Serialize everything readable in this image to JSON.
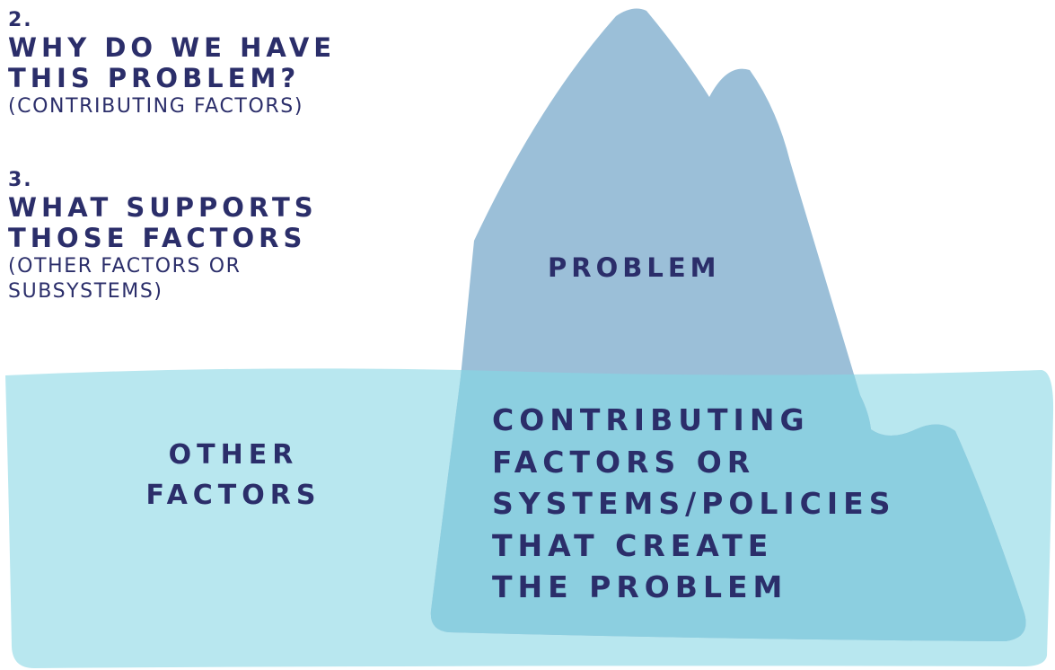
{
  "diagram": {
    "colors": {
      "water": "#b8e7ef",
      "iceberg_above": "#9bbfd8",
      "iceberg_below": "#8ccfe0",
      "text": "#2b2e6a",
      "background": "#ffffff"
    },
    "questions": [
      {
        "number": "2.",
        "title_lines": [
          "WHY DO WE HAVE",
          "THIS PROBLEM?"
        ],
        "subtitle_lines": [
          "(CONTRIBUTING FACTORS)"
        ]
      },
      {
        "number": "3.",
        "title_lines": [
          "WHAT SUPPORTS",
          "THOSE FACTORS"
        ],
        "subtitle_lines": [
          "(OTHER FACTORS OR",
          "SUBSYSTEMS)"
        ]
      }
    ],
    "iceberg": {
      "top_label": "PROBLEM",
      "underwater_label_lines": [
        "CONTRIBUTING",
        "FACTORS OR",
        "SYSTEMS/POLICIES",
        "THAT CREATE",
        "THE PROBLEM"
      ]
    },
    "water": {
      "label_lines": [
        "OTHER",
        "FACTORS"
      ]
    }
  }
}
